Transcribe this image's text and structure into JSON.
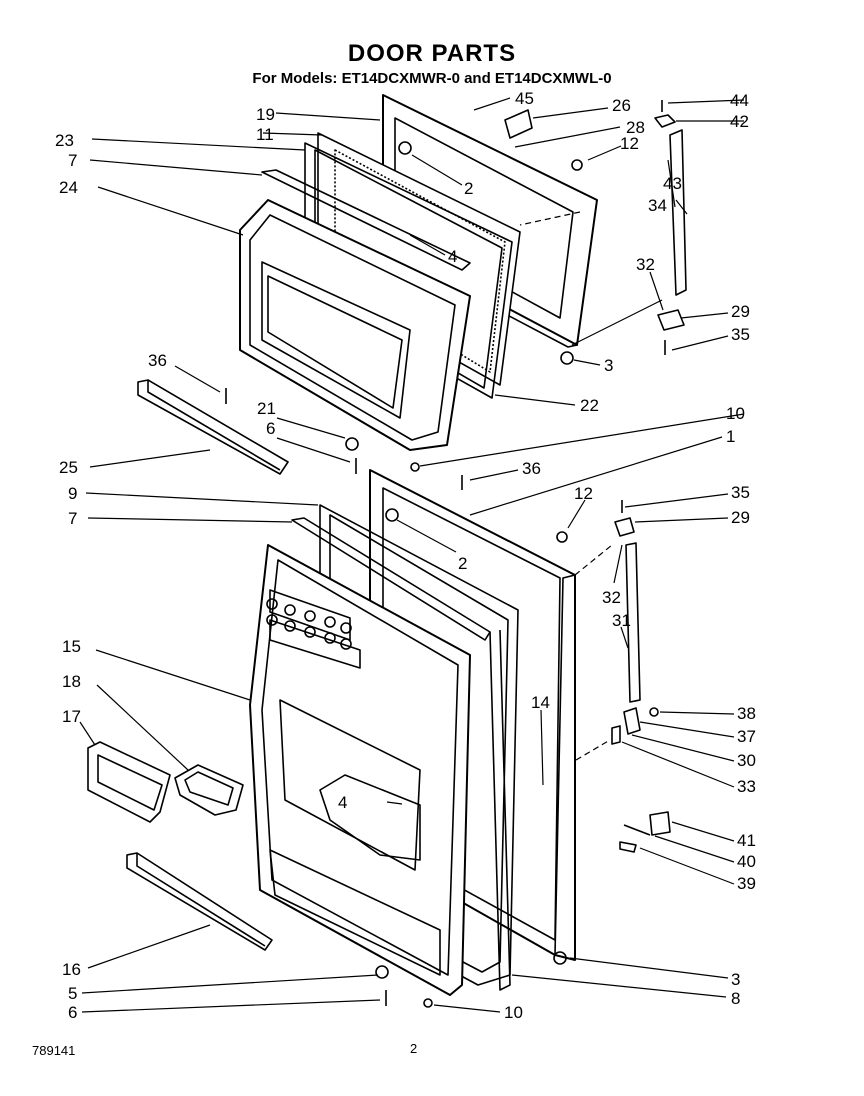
{
  "title": "DOOR PARTS",
  "subtitle": "For Models: ET14DCXMWR-0 and ET14DCXMWL-0",
  "diagram_code": "789141",
  "page_number": "2",
  "callouts": [
    "19",
    "11",
    "23",
    "7",
    "24",
    "36",
    "21",
    "6",
    "25",
    "9",
    "7",
    "15",
    "18",
    "17",
    "16",
    "5",
    "6",
    "45",
    "26",
    "28",
    "12",
    "2",
    "4",
    "43",
    "44",
    "42",
    "34",
    "32",
    "29",
    "35",
    "3",
    "22",
    "10",
    "1",
    "36",
    "12",
    "35",
    "29",
    "2",
    "32",
    "31",
    "14",
    "38",
    "37",
    "30",
    "33",
    "4",
    "41",
    "40",
    "39",
    "3",
    "8",
    "10"
  ]
}
